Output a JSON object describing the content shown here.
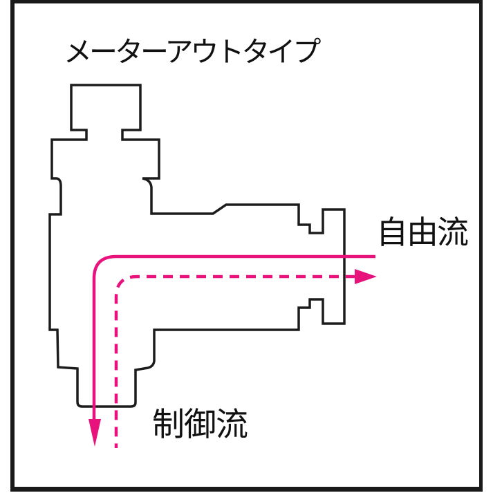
{
  "figure": {
    "title": "メーターアウトタイプ",
    "free_flow_label": "自由流",
    "controlled_flow_label": "制御流",
    "colors": {
      "flow_line": "#e8127c",
      "outline": "#1c1c1c",
      "frame": "#1a1a1a",
      "background": "#ffffff",
      "text": "#111111"
    }
  }
}
